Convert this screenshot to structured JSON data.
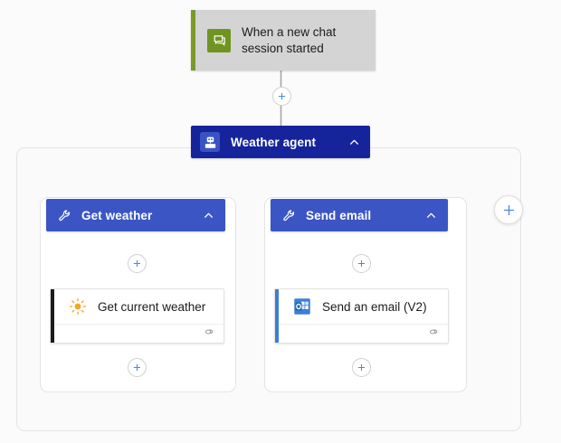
{
  "canvas": {
    "background": "#fbfbfb"
  },
  "trigger": {
    "name": "trigger-node",
    "label": "When a new chat session started",
    "icon": "chat-bubble-icon",
    "accent_color": "#7a9a29",
    "icon_background": "#6f9421",
    "background": "#d4d4d4"
  },
  "agent": {
    "name": "agent-node",
    "label": "Weather agent",
    "icon": "robot-agent-icon",
    "collapse_icon": "chevron-up-icon",
    "background": "#16249b"
  },
  "branches": [
    {
      "tool": {
        "label": "Get weather",
        "icon": "wrench-icon",
        "collapse_icon": "chevron-up-icon",
        "background": "#3b55c4"
      },
      "action": {
        "label": "Get current weather",
        "icon": "sun-icon",
        "accent_color": "#1b1b1b",
        "footer_icon": "link-connector-icon"
      }
    },
    {
      "tool": {
        "label": "Send email",
        "icon": "wrench-icon",
        "collapse_icon": "chevron-up-icon",
        "background": "#3b55c4"
      },
      "action": {
        "label": "Send an email (V2)",
        "icon": "outlook-icon",
        "accent_color": "#3b7fd4",
        "footer_icon": "link-connector-icon"
      }
    }
  ],
  "add_buttons": [
    {
      "name": "add-step-after-trigger",
      "icon": "plus-icon"
    },
    {
      "name": "add-step-in-get-weather-top",
      "icon": "plus-icon"
    },
    {
      "name": "add-step-in-send-email-top",
      "icon": "plus-icon"
    },
    {
      "name": "add-step-in-get-weather-bottom",
      "icon": "plus-icon"
    },
    {
      "name": "add-step-in-send-email-bottom",
      "icon": "plus-icon"
    },
    {
      "name": "add-tool-button",
      "icon": "plus-icon"
    }
  ],
  "colors": {
    "plus_accent": "#4a86e8",
    "connector_line": "#a6a6a6",
    "container_border": "#e4e4e4"
  }
}
